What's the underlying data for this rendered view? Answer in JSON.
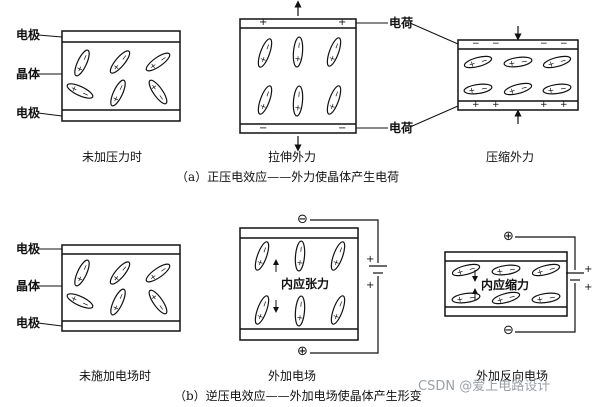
{
  "panel_a": {
    "labels": {
      "electrode_top": "电极",
      "crystal": "晶体",
      "electrode_bottom": "电极",
      "charge_top": "电荷",
      "charge_bottom": "电荷"
    },
    "captions": {
      "no_pressure": "未加压力时",
      "tension": "拉伸外力",
      "compression": "压缩外力"
    },
    "title": "（a）正压电效应——外力使晶体产生电荷"
  },
  "panel_b": {
    "labels": {
      "electrode_top": "电极",
      "crystal": "晶体",
      "electrode_bottom": "电极"
    },
    "captions": {
      "no_field": "未施加电场时",
      "field": "外加电场",
      "reverse_field": "外加反向电场"
    },
    "inner_labels": {
      "tension": "内应张力",
      "compression": "内应缩力"
    },
    "title": "（b）逆压电效应——外加电场使晶体产生形变"
  },
  "symbols": {
    "plus": "+",
    "minus": "−",
    "circled_minus": "⊖",
    "circled_plus": "⊕"
  },
  "watermark": "CSDN @爱上电路设计"
}
